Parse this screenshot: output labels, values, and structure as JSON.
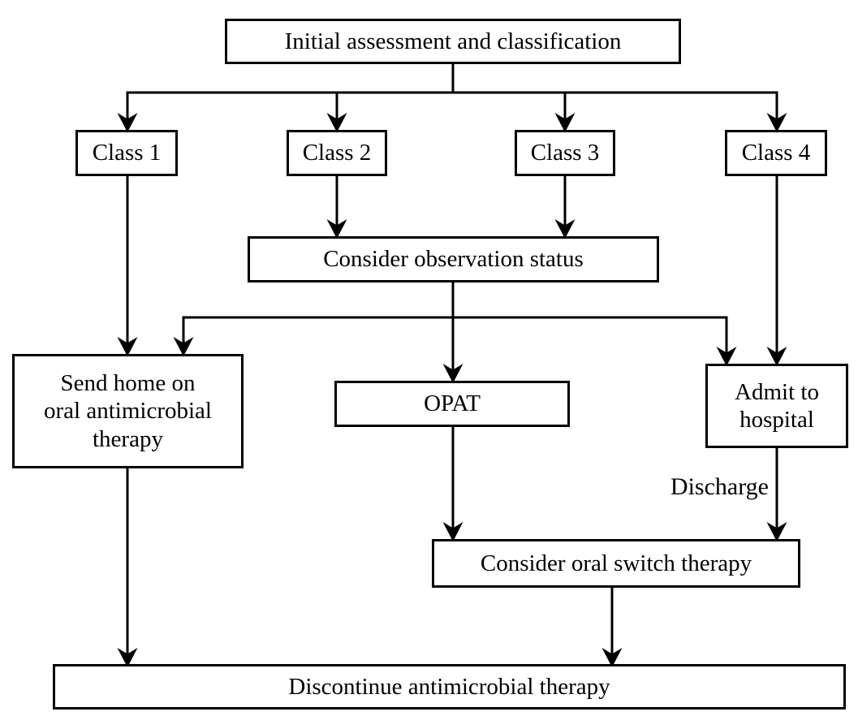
{
  "diagram": {
    "type": "flowchart",
    "colors": {
      "background": "#ffffff",
      "box_fill": "#ffffff",
      "box_border": "#000000",
      "line": "#000000",
      "text": "#000000"
    },
    "nodes": {
      "initial": {
        "label": "Initial assessment and classification"
      },
      "class1": {
        "label": "Class 1"
      },
      "class2": {
        "label": "Class 2"
      },
      "class3": {
        "label": "Class 3"
      },
      "class4": {
        "label": "Class 4"
      },
      "observation": {
        "label": "Consider observation status"
      },
      "send_home": {
        "label": "Send home on oral antimicrobial therapy",
        "lines": [
          "Send home on",
          "oral antimicrobial",
          "therapy"
        ]
      },
      "opat": {
        "label": "OPAT"
      },
      "admit": {
        "label": "Admit to hospital",
        "lines": [
          "Admit to",
          "hospital"
        ]
      },
      "oral_switch": {
        "label": "Consider oral switch therapy"
      },
      "discontinue": {
        "label": "Discontinue antimicrobial therapy"
      }
    },
    "edge_labels": {
      "discharge": "Discharge"
    }
  }
}
